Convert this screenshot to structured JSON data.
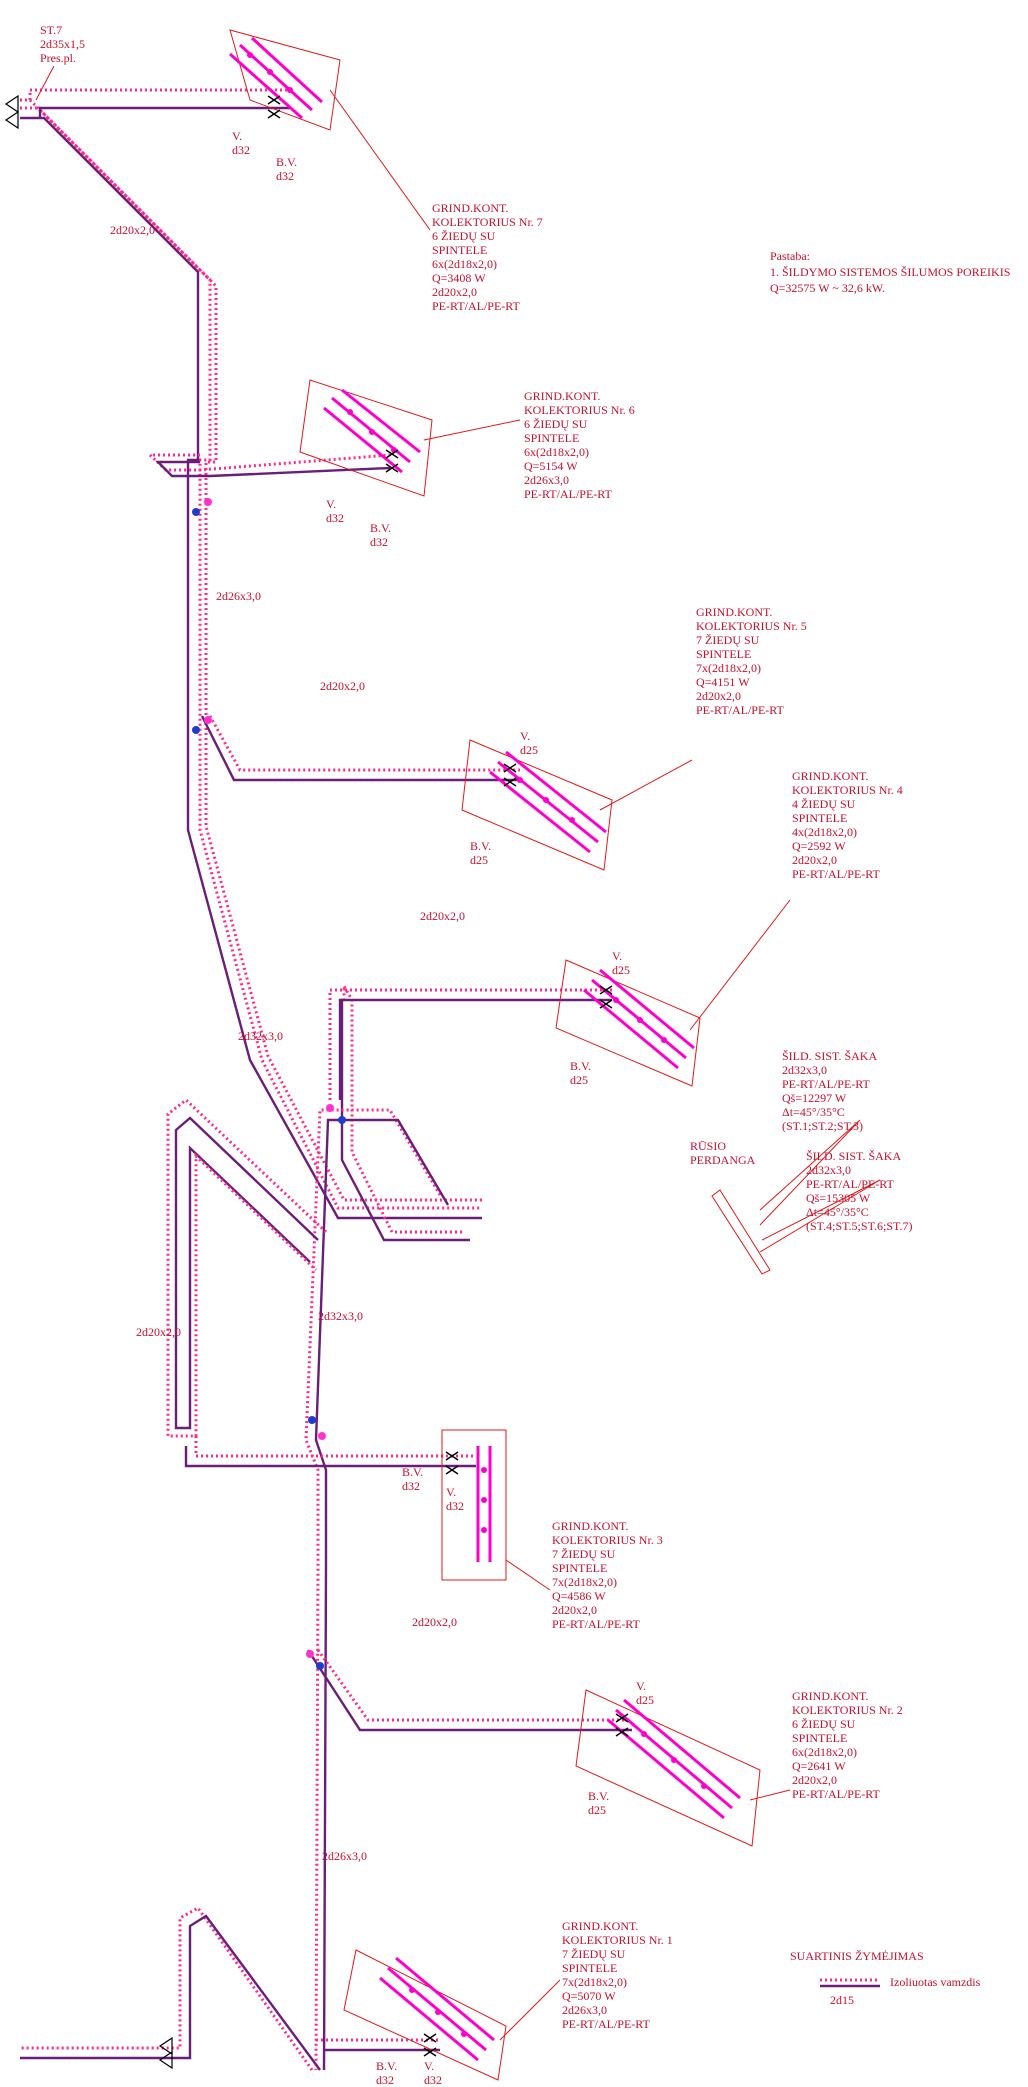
{
  "riser_top": {
    "name": "ST.7",
    "size": "2d35x1,5",
    "material": "Pres.pl."
  },
  "pipe_labels": [
    {
      "id": "p1",
      "text": "2d20x2,0"
    },
    {
      "id": "p2",
      "text": "2d26x3,0"
    },
    {
      "id": "p3",
      "text": "2d20x2,0"
    },
    {
      "id": "p4",
      "text": "2d20x2,0"
    },
    {
      "id": "p5",
      "text": "2d32x3,0"
    },
    {
      "id": "p6",
      "text": "2d32x3,0"
    },
    {
      "id": "p7",
      "text": "2d20x2,0"
    },
    {
      "id": "p8",
      "text": "2d20x2,0"
    },
    {
      "id": "p9",
      "text": "2d26x3,0"
    }
  ],
  "collectors": [
    {
      "id": "k7",
      "title": "GRIND.KONT.",
      "lines": [
        "KOLEKTORIUS Nr. 7",
        "6 ŽIEDŲ SU",
        "SPINTELE",
        "6x(2d18x2,0)",
        "Q=3408 W",
        "2d20x2,0",
        "PE-RT/AL/PE-RT"
      ],
      "valve_top": "V.",
      "valve_top_size": "d32",
      "valve_bottom": "B.V.",
      "valve_bottom_size": "d32"
    },
    {
      "id": "k6",
      "title": "GRIND.KONT.",
      "lines": [
        "KOLEKTORIUS Nr. 6",
        "6 ŽIEDŲ SU",
        "SPINTELE",
        "6x(2d18x2,0)",
        "Q=5154 W",
        "2d26x3,0",
        "PE-RT/AL/PE-RT"
      ],
      "valve_top": "V.",
      "valve_top_size": "d32",
      "valve_bottom": "B.V.",
      "valve_bottom_size": "d32"
    },
    {
      "id": "k5",
      "title": "GRIND.KONT.",
      "lines": [
        "KOLEKTORIUS Nr. 5",
        "7 ŽIEDŲ SU",
        "SPINTELE",
        "7x(2d18x2,0)",
        "Q=4151 W",
        "2d20x2,0",
        "PE-RT/AL/PE-RT"
      ],
      "valve_top": "V.",
      "valve_top_size": "d25",
      "valve_bottom": "B.V.",
      "valve_bottom_size": "d25"
    },
    {
      "id": "k4",
      "title": "GRIND.KONT.",
      "lines": [
        "KOLEKTORIUS Nr. 4",
        "4 ŽIEDŲ SU",
        "SPINTELE",
        "4x(2d18x2,0)",
        "Q=2592 W",
        "2d20x2,0",
        "PE-RT/AL/PE-RT"
      ],
      "valve_top": "V.",
      "valve_top_size": "d25",
      "valve_bottom": "B.V.",
      "valve_bottom_size": "d25"
    },
    {
      "id": "k3",
      "title": "GRIND.KONT.",
      "lines": [
        "KOLEKTORIUS Nr. 3",
        "7 ŽIEDŲ SU",
        "SPINTELE",
        "7x(2d18x2,0)",
        "Q=4586 W",
        "2d20x2,0",
        "PE-RT/AL/PE-RT"
      ],
      "valve_top": "V.",
      "valve_top_size": "d32",
      "valve_bottom": "B.V.",
      "valve_bottom_size": "d32"
    },
    {
      "id": "k2",
      "title": "GRIND.KONT.",
      "lines": [
        "KOLEKTORIUS Nr. 2",
        "6 ŽIEDŲ SU",
        "SPINTELE",
        "6x(2d18x2,0)",
        "Q=2641 W",
        "2d20x2,0",
        "PE-RT/AL/PE-RT"
      ],
      "valve_top": "V.",
      "valve_top_size": "d25",
      "valve_bottom": "B.V.",
      "valve_bottom_size": "d25"
    },
    {
      "id": "k1",
      "title": "GRIND.KONT.",
      "lines": [
        "KOLEKTORIUS Nr. 1",
        "7 ŽIEDŲ SU",
        "SPINTELE",
        "7x(2d18x2,0)",
        "Q=5070 W",
        "2d26x3,0",
        "PE-RT/AL/PE-RT"
      ],
      "valve_top": "V.",
      "valve_top_size": "d32",
      "valve_bottom": "B.V.",
      "valve_bottom_size": "d32"
    }
  ],
  "branch_a": {
    "title": "ŠILD. SIST. ŠAKA",
    "lines": [
      "2d32x3,0",
      "PE-RT/AL/PE-RT",
      "Qš=12297 W",
      "Δt=45°/35°C",
      "(ST.1;ST.2;ST.3)"
    ]
  },
  "branch_b": {
    "title": "ŠILD. SIST. ŠAKA",
    "lines": [
      "2d32x3,0",
      "PE-RT/AL/PE-RT",
      "Qš=15305 W",
      "Δt=45°/35°C",
      "(ST.4;ST.5;ST.6;ST.7)"
    ]
  },
  "slab": {
    "line1": "RŪSIO",
    "line2": "PERDANGA"
  },
  "note": {
    "title": "Pastaba:",
    "line1": "1. ŠILDYMO SISTEMOS ŠILUMOS POREIKIS",
    "line2": "Q=32575 W ~ 32,6 kW."
  },
  "legend": {
    "title": "SUARTINIS ŽYMĖJIMAS",
    "size": "2d15",
    "description": "Izoliuotas vamzdis"
  },
  "colors": {
    "pipe_supply": "#ff2a8a",
    "pipe_return": "#6a1e7a",
    "annotation": "#c8102e",
    "coil": "#ff00cc",
    "node": "#1f3bd1"
  }
}
